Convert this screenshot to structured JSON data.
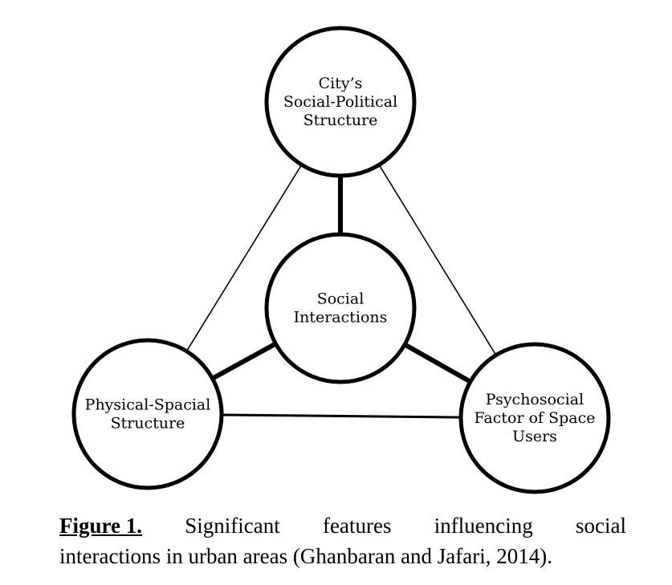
{
  "diagram": {
    "nodes": [
      {
        "id": "top",
        "lines": [
          "City’s",
          "Social-Political",
          "Structure"
        ]
      },
      {
        "id": "center",
        "lines": [
          "Social",
          "Interactions"
        ]
      },
      {
        "id": "left",
        "lines": [
          "Physical-Spacial",
          "Structure"
        ]
      },
      {
        "id": "right",
        "lines": [
          "Psychosocial",
          "Factor of Space",
          "Users"
        ]
      }
    ],
    "edges": [
      {
        "from": "top",
        "to": "center",
        "weight": "thick"
      },
      {
        "from": "left",
        "to": "center",
        "weight": "thick"
      },
      {
        "from": "right",
        "to": "center",
        "weight": "thick"
      },
      {
        "from": "top",
        "to": "left",
        "weight": "thin"
      },
      {
        "from": "top",
        "to": "right",
        "weight": "thin"
      },
      {
        "from": "left",
        "to": "right",
        "weight": "medium"
      }
    ],
    "colors": {
      "stroke": "#000000",
      "fill": "#ffffff",
      "text": "#000000"
    }
  },
  "caption": {
    "label": "Figure 1.",
    "line1_words": [
      "Significant",
      "features",
      "influencing",
      "social"
    ],
    "line2": "interactions in urban areas (Ghanbaran and Jafari, 2014)."
  }
}
